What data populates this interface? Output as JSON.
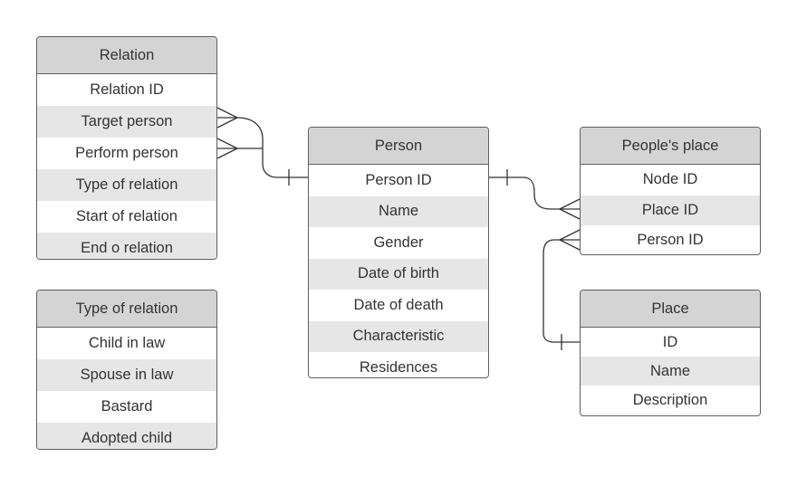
{
  "entities": {
    "relation": {
      "title": "Relation",
      "fields": [
        "Relation ID",
        "Target person",
        "Perform person",
        "Type of relation",
        "Start of relation",
        "End o relation"
      ]
    },
    "type_of_relation": {
      "title": "Type of relation",
      "fields": [
        "Child in law",
        "Spouse in law",
        "Bastard",
        "Adopted child"
      ]
    },
    "person": {
      "title": "Person",
      "fields": [
        "Person ID",
        "Name",
        "Gender",
        "Date of birth",
        "Date of death",
        "Characteristic",
        "Residences"
      ]
    },
    "peoples_place": {
      "title": "People's place",
      "fields": [
        "Node ID",
        "Place ID",
        "Person ID"
      ]
    },
    "place": {
      "title": "Place",
      "fields": [
        "ID",
        "Name",
        "Description"
      ]
    }
  },
  "relationships": [
    {
      "from": "Relation.Target person",
      "to": "Person.Person ID",
      "from_end": "many",
      "to_end": "one"
    },
    {
      "from": "Relation.Perform person",
      "to": "Person.Person ID",
      "from_end": "many",
      "to_end": "one"
    },
    {
      "from": "Person.Person ID",
      "to": "People's place.Place ID",
      "from_end": "one",
      "to_end": "many"
    },
    {
      "from": "Place.ID",
      "to": "People's place.Person ID",
      "from_end": "one",
      "to_end": "many"
    }
  ],
  "colors": {
    "header": "#d4d4d4",
    "alt_row": "#e6e6e6",
    "border": "#5f5f5f",
    "line": "#333333"
  }
}
